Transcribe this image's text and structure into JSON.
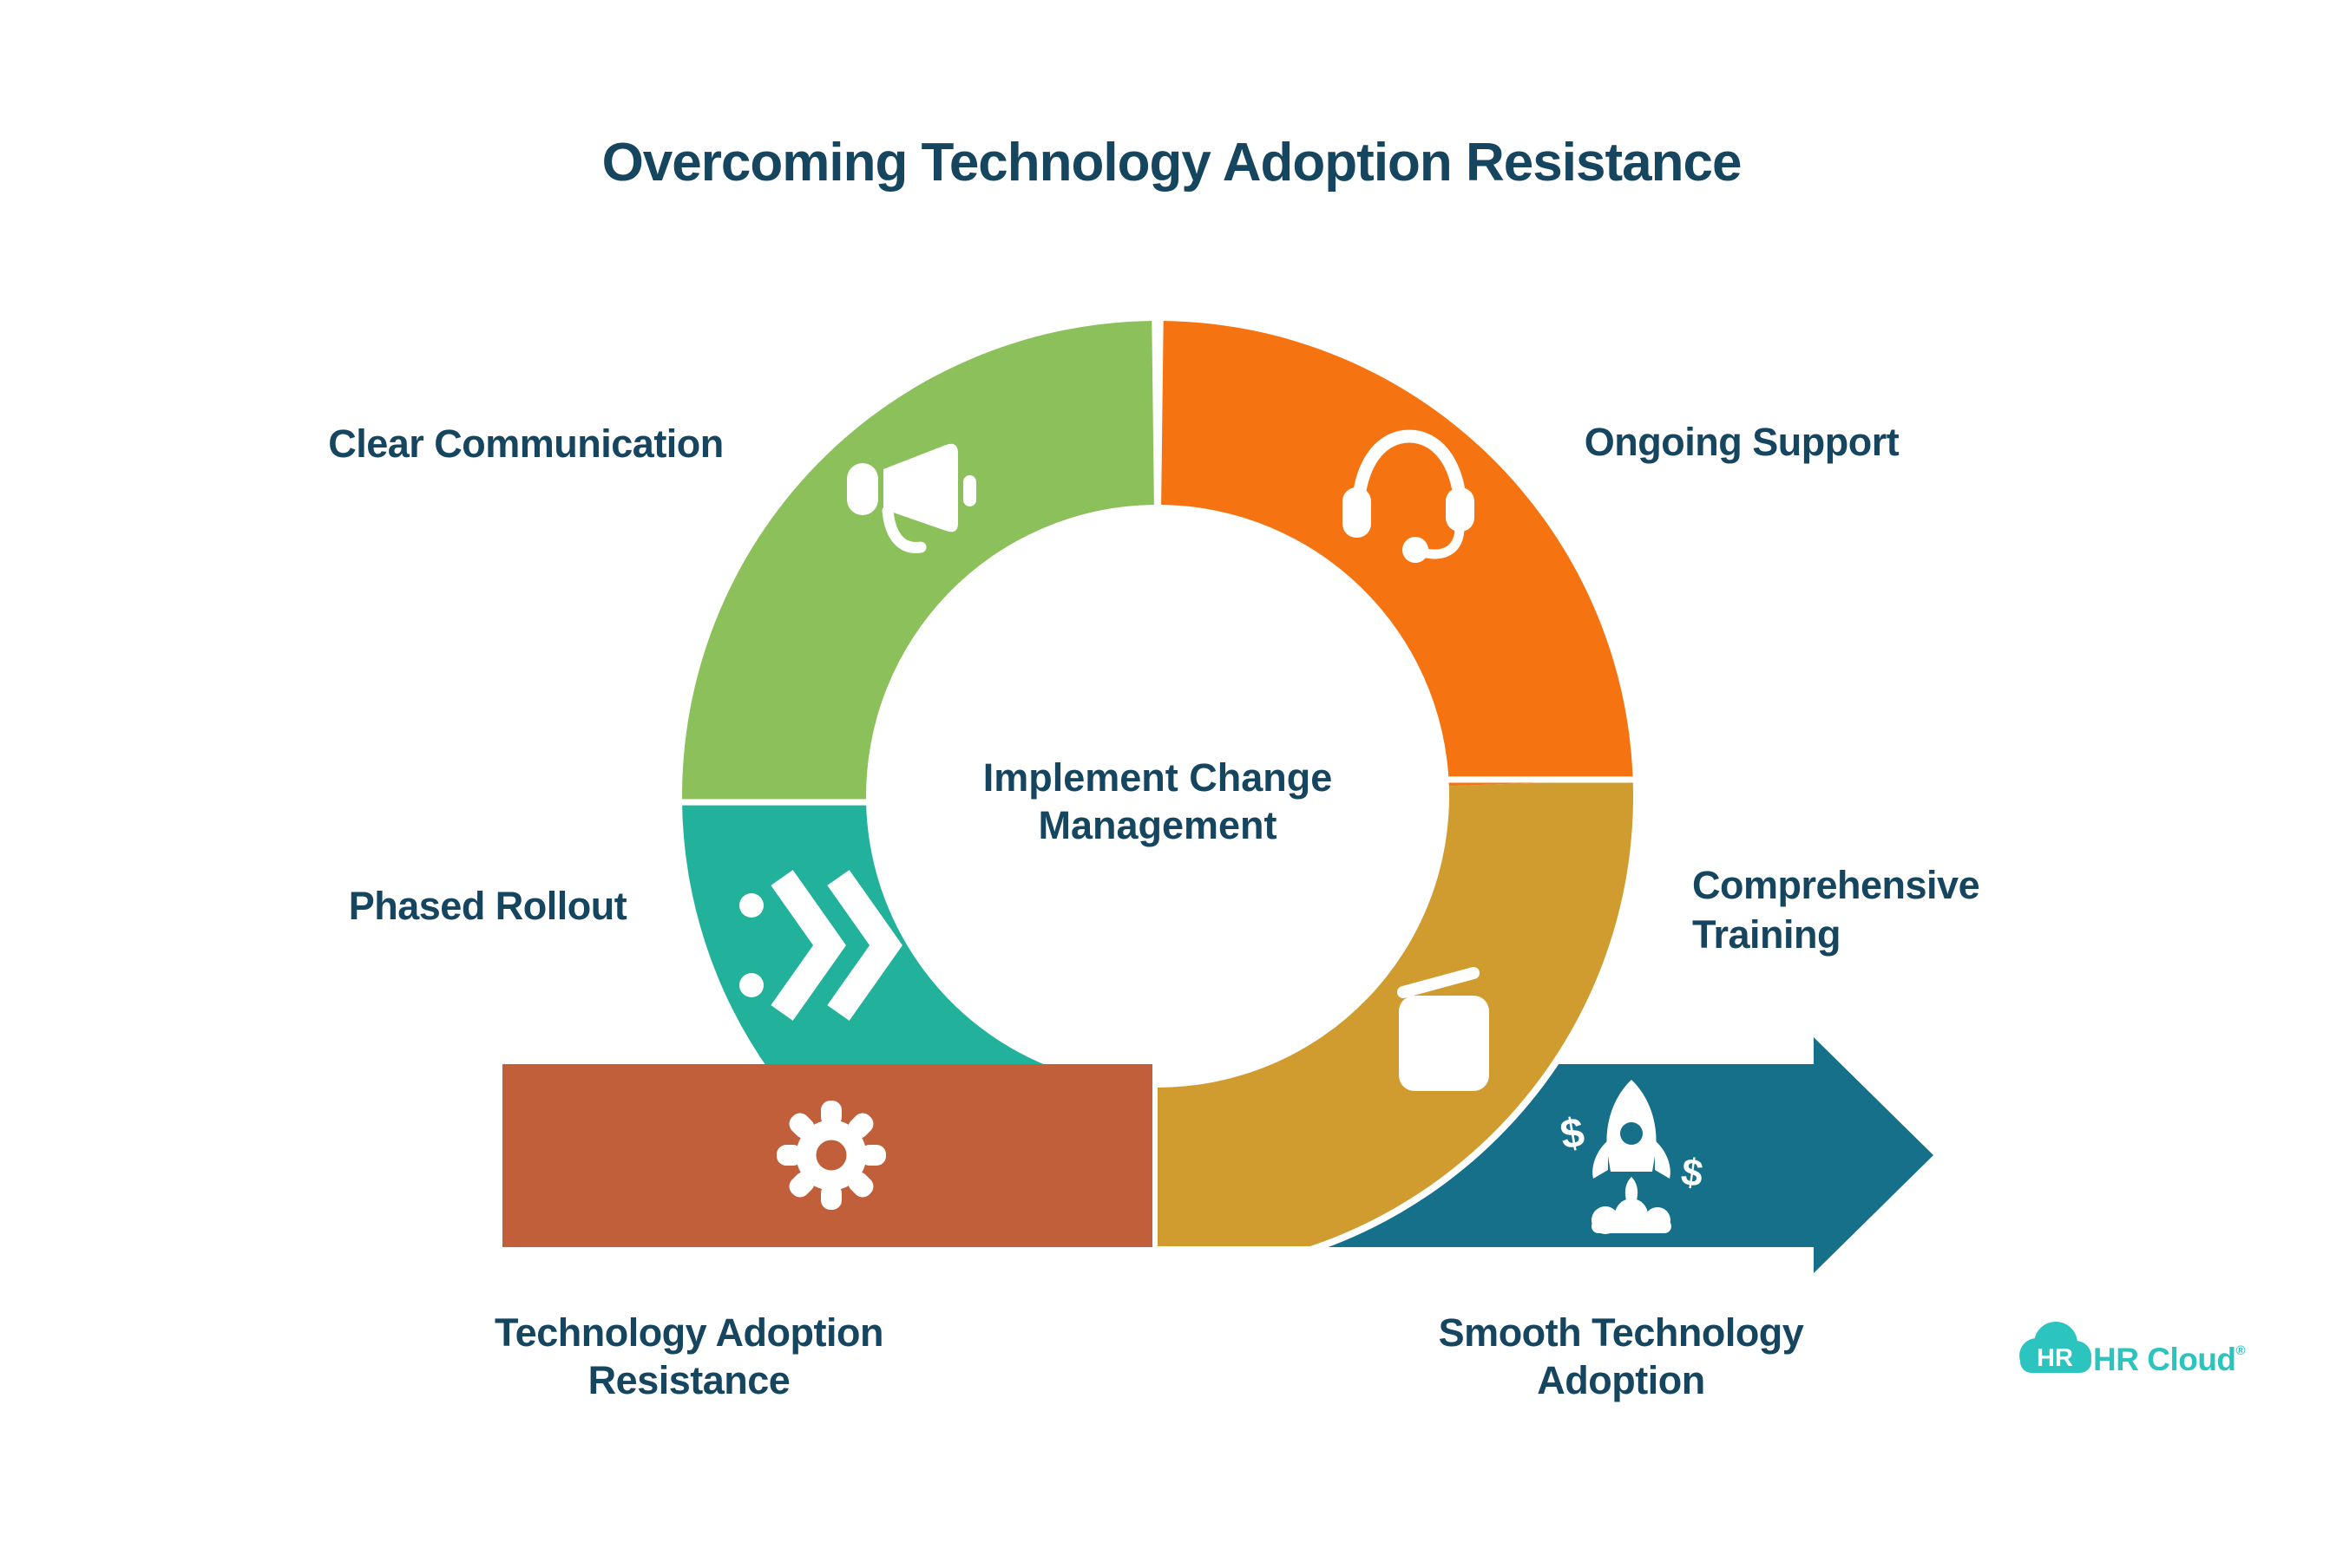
{
  "title": "Overcoming Technology Adoption Resistance",
  "center_label": "Implement Change\nManagement",
  "text_color": "#16465f",
  "segments": [
    {
      "label": "Clear Communication",
      "color": "#8bc05a",
      "icon": "megaphone-icon"
    },
    {
      "label": "Ongoing Support",
      "color": "#f57411",
      "icon": "headset-icon"
    },
    {
      "label": "Comprehensive\nTraining",
      "color": "#d09c2f",
      "icon": "book-icon"
    },
    {
      "label": "Phased Rollout",
      "color": "#22b29b",
      "icon": "fast-forward-icon"
    }
  ],
  "start_node": {
    "label": "Technology Adoption\nResistance",
    "color": "#c05f39",
    "icon": "gear-icon"
  },
  "end_node": {
    "label": "Smooth Technology\nAdoption",
    "color": "#16708a",
    "icon": "rocket-launch-icon",
    "dollar": "$"
  },
  "logo": {
    "badge": "HR",
    "name": "HR Cloud",
    "reg": "®",
    "color": "#2bc4be"
  }
}
